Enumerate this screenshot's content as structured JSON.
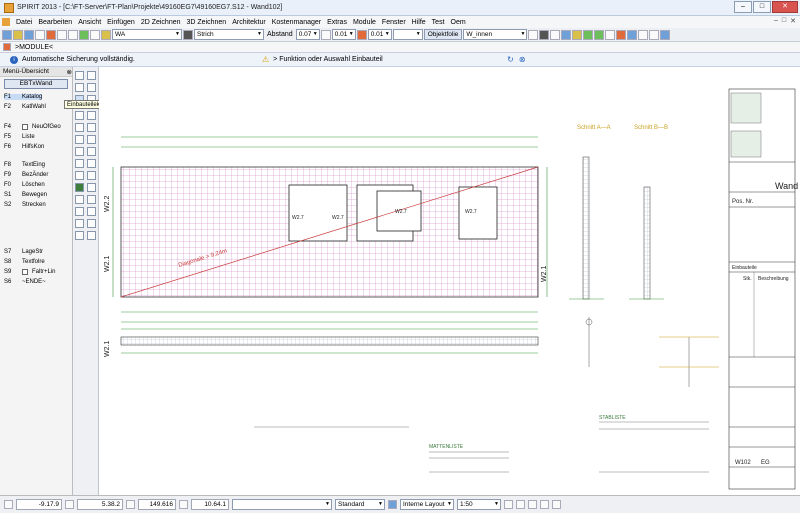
{
  "window": {
    "title": "SPIRIT 2013  -  [C:\\FT-Server\\FT-Plan\\Projekte\\49160EG7\\49160EG7.S12 - Wand102]",
    "min": "–",
    "max": "□",
    "close": "✕"
  },
  "menu": [
    "Datei",
    "Bearbeiten",
    "Ansicht",
    "Einfügen",
    "2D Zeichnen",
    "3D Zeichnen",
    "Architektur",
    "Kostenmanager",
    "Extras",
    "Module",
    "Fenster",
    "Hilfe",
    "Test",
    "Oem"
  ],
  "mdi": {
    "min": "–",
    "max": "□",
    "close": "✕"
  },
  "toolbar": {
    "layer_value": "WA",
    "line_value": "Strich",
    "spacing_label": "Abstand",
    "spacing_value": "0.07",
    "pen1_value": "0.01",
    "pen2_value": "0.01",
    "object_button": "Objektfolie",
    "object_value": "W_innen"
  },
  "modulebar": {
    "label": ">MODULE<"
  },
  "infobar": {
    "message": "Automatische Sicherung vollständig.",
    "prompt": "> Funktion oder Auswahl Einbauteil"
  },
  "sidepanel": {
    "title": "Menü-Übersicht",
    "button": "EBTxWand",
    "items": [
      {
        "key": "F1",
        "label": "Katalog"
      },
      {
        "key": "F2",
        "label": "KatlWahl"
      },
      {
        "key": "F4",
        "label": "NeuOfGeo"
      },
      {
        "key": "F5",
        "label": "Liste"
      },
      {
        "key": "F6",
        "label": "HilfsKon"
      },
      {
        "key": "F8",
        "label": "TextEing"
      },
      {
        "key": "F9",
        "label": "BezÄnder"
      },
      {
        "key": "F0",
        "label": "Löschen"
      },
      {
        "key": "S1",
        "label": "Bewegen"
      },
      {
        "key": "S2",
        "label": "Strecken"
      },
      {
        "key": "S7",
        "label": "LageStr"
      },
      {
        "key": "S8",
        "label": "Textfolre"
      },
      {
        "key": "S9",
        "label": "Faltr+Lin"
      },
      {
        "key": "S6",
        "label": "~ENDE~"
      }
    ],
    "tooltip": "Einbauteilekatalog"
  },
  "drawing": {
    "title_big": "Wand",
    "pos_label": "Pos. Nr.",
    "pos_value": "W102",
    "level_value": "EG",
    "diagonal_text": "Diagonale = 9.24m",
    "section_a": "Schnitt A—A",
    "section_b": "Schnitt B—B",
    "table_title_1": "MATTENLISTE",
    "table_title_2": "STABLISTE",
    "window_labels": [
      "W2.7",
      "W2.7",
      "W2.7",
      "W2.7"
    ],
    "side_labels": [
      "W2.2",
      "W2.1",
      "W2.1",
      "W2.1"
    ],
    "parts_header": "Einbauteile",
    "parts_cols": [
      "Stk.",
      "Beschreibung"
    ]
  },
  "status": {
    "x": "-9.17.9",
    "y": "5.38.2",
    "z": "149.616",
    "w": "10.64.1",
    "style_value": "Standard",
    "layer_value": "Interne Layout",
    "scale_value": "1:50"
  }
}
